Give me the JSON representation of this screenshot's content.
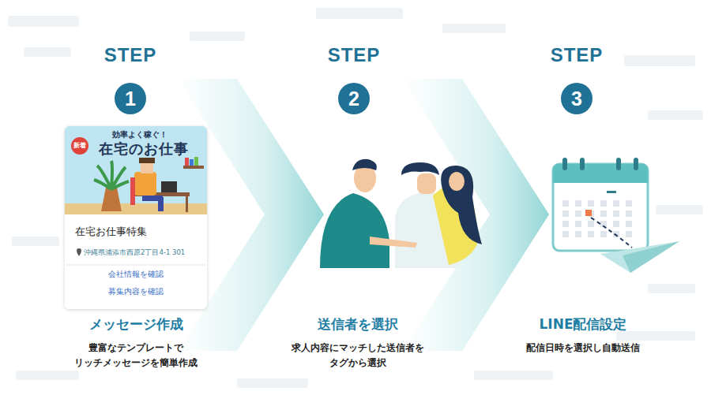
{
  "diagram": {
    "nodes": [
      {
        "text": [
          "1"
        ]
      },
      {
        "text": [
          "在宅お仕事特集",
          "沖縄県浦添市西原2丁目4-1 301",
          "会社情報を確認",
          "募集内容を確認"
        ]
      },
      {
        "text": [
          "新着",
          "効率よく稼ぐ！",
          "在宅のお仕事"
        ],
        "in": 1
      },
      {
        "text": [
          "2"
        ]
      },
      {
        "text": [
          "3"
        ]
      }
    ],
    "labels": [
      "STEP",
      "STEP",
      "STEP",
      "メッセージ作成",
      "豊富なテンプレートで リッチメッセージを簡単作成",
      "送信者を選択",
      "求人内容にマッチした送信者を タグから選択",
      "LINE配信設定",
      "配信日時を選択し自動送信"
    ]
  }
}
